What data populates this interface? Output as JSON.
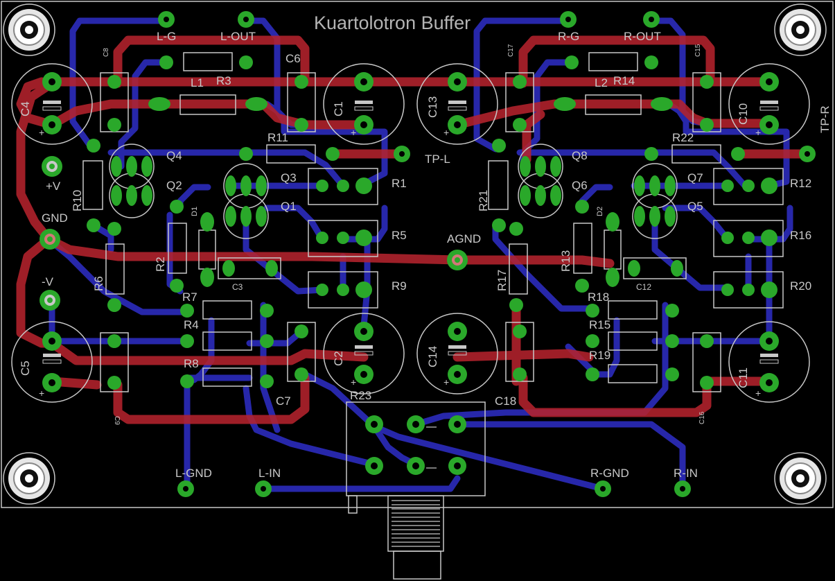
{
  "title": "Kuartolotron Buffer",
  "colors": {
    "background": "#000000",
    "top_copper": "#b4232d",
    "bottom_copper": "#2a2ab4",
    "pad": "#2aa82a",
    "silkscreen": "#c8c8c8",
    "outline": "#c8c8c8"
  },
  "labels": {
    "L_G": "L-G",
    "L_OUT": "L-OUT",
    "R_G": "R-G",
    "R_OUT": "R-OUT",
    "C8": "C8",
    "C6": "C6",
    "C17": "C17",
    "C15": "C15",
    "L1": "L1",
    "R3": "R3",
    "L2": "L2",
    "R14": "R14",
    "C4": "C4",
    "C1": "C1",
    "C13": "C13",
    "C10": "C10",
    "TP_R": "TP-R",
    "R11": "R11",
    "TP_L": "TP-L",
    "R22": "R22",
    "Q4": "Q4",
    "Q2": "Q2",
    "Q3": "Q3",
    "Q1": "Q1",
    "Q8": "Q8",
    "Q6": "Q6",
    "Q7": "Q7",
    "Q5": "Q5",
    "PLUS_V": "+V",
    "R10": "R10",
    "R21": "R21",
    "R1": "R1",
    "R12": "R12",
    "R5": "R5",
    "R16": "R16",
    "GND": "GND",
    "AGND": "AGND",
    "D1": "D1",
    "D2": "D2",
    "R2": "R2",
    "R13": "R13",
    "C3": "C3",
    "C12": "C12",
    "R9": "R9",
    "R20": "R20",
    "MINUS_V": "-V",
    "R6": "R6",
    "R17": "R17",
    "R7": "R7",
    "R4": "R4",
    "R8": "R8",
    "R18": "R18",
    "R15": "R15",
    "R19": "R19",
    "C5": "C5",
    "C9": "C9",
    "C2": "C2",
    "C14": "C14",
    "C11": "C11",
    "C7": "C7",
    "C18": "C18",
    "C16": "C16",
    "R23": "R23",
    "L_GND": "L-GND",
    "L_IN": "L-IN",
    "R_GND": "R-GND",
    "R_IN": "R-IN"
  }
}
